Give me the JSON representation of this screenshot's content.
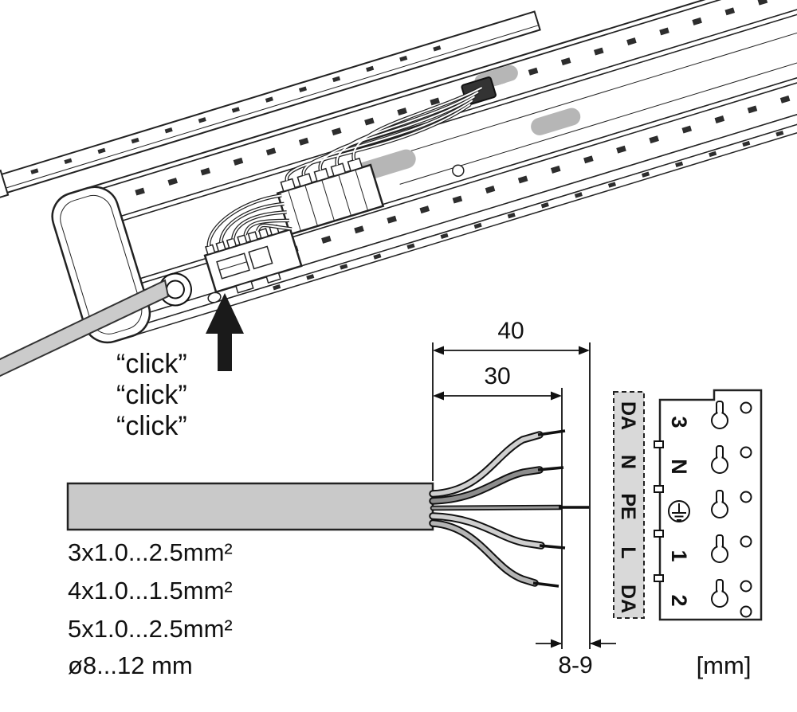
{
  "diagram": {
    "click_annotations": [
      "“click”",
      "“click”",
      "“click”"
    ],
    "dimensions": {
      "strip_overall": "40",
      "strip_outer": "30",
      "conductor_tip": "8-9",
      "unit": "[mm]"
    },
    "cable_specs": [
      "3x1.0...2.5mm²",
      "4x1.0...1.5mm²",
      "5x1.0...2.5mm²",
      "ø8...12 mm"
    ],
    "terminal_strip_labels": [
      "DA",
      "N",
      "PE",
      "L",
      "DA"
    ],
    "connector_terminals": [
      "3",
      "N",
      "⏚",
      "1",
      "2"
    ]
  }
}
